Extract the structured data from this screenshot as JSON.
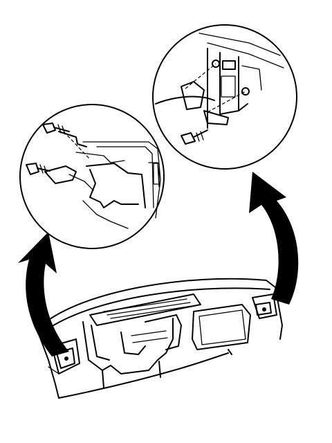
{
  "colors": {
    "line": "#000000",
    "background": "#ffffff"
  },
  "parts": {
    "left_detail": {
      "fasteners": [
        "bolt-icon",
        "bolt-icon"
      ],
      "brackets": [
        "mounting-bracket"
      ]
    },
    "right_detail": {
      "fasteners": [
        "bolt-icon"
      ],
      "brackets": [
        "mounting-bracket"
      ]
    },
    "arrows": [
      "curved-arrow-up-left",
      "curved-arrow-up-right"
    ]
  }
}
